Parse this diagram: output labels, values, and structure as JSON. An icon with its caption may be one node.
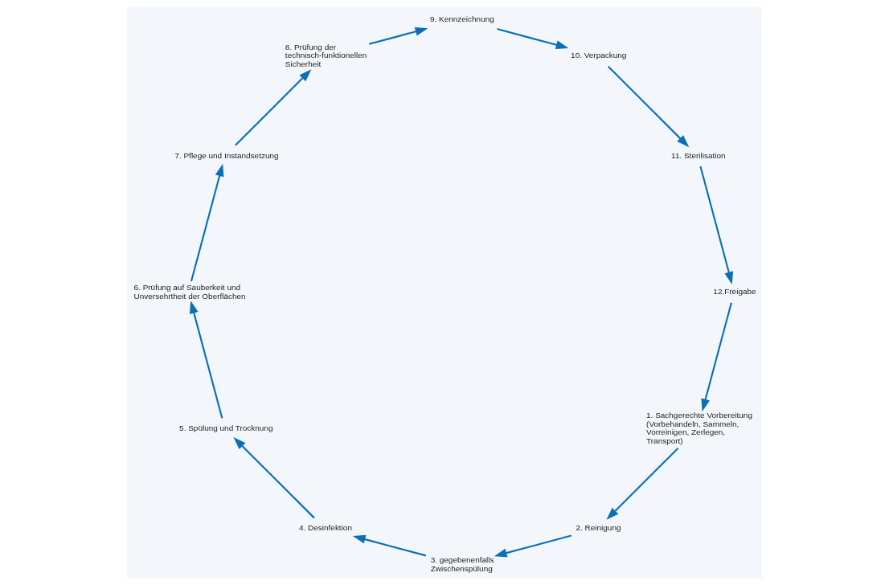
{
  "diagram": {
    "nodes": [
      {
        "text": [
          "1. Sachgerechte Vorbereitung (Vorbehandeln, Sammeln, Vorreinigen, Zerlegen, Transport)"
        ]
      },
      {
        "text": [
          "2. Reinigung"
        ]
      },
      {
        "text": [
          "3. gegebenenfalls Zwischenspülung"
        ]
      },
      {
        "text": [
          "4. Desinfektion"
        ]
      },
      {
        "text": [
          "5. Spülung und Trocknung"
        ]
      },
      {
        "text": [
          "6. Prüfung auf Sauberkeit und Unversehrtheit der Oberflächen"
        ]
      },
      {
        "text": [
          "7. Pflege und Instandsetzung"
        ]
      },
      {
        "text": [
          "8. Prüfung der technisch-funktionellen Sicherheit"
        ]
      },
      {
        "text": [
          "9. Kennzeichnung"
        ]
      },
      {
        "text": [
          "10. Verpackung"
        ]
      },
      {
        "text": [
          "11. Sterilisation"
        ]
      },
      {
        "text": [
          "12.Freigabe"
        ]
      }
    ],
    "edges": [
      {
        "from": 11,
        "to": 0,
        "arrow": "to"
      },
      {
        "from": 0,
        "to": 1,
        "arrow": "to"
      },
      {
        "from": 1,
        "to": 2,
        "arrow": "to"
      },
      {
        "from": 2,
        "to": 3,
        "arrow": "to"
      },
      {
        "from": 3,
        "to": 4,
        "arrow": "to"
      },
      {
        "from": 4,
        "to": 5,
        "arrow": "to"
      },
      {
        "from": 5,
        "to": 6,
        "arrow": "to"
      },
      {
        "from": 6,
        "to": 7,
        "arrow": "to"
      },
      {
        "from": 7,
        "to": 8,
        "arrow": "to"
      },
      {
        "from": 8,
        "to": 9,
        "arrow": "to"
      },
      {
        "from": 9,
        "to": 10,
        "arrow": "to"
      },
      {
        "from": 10,
        "to": 11,
        "arrow": "to"
      }
    ]
  }
}
